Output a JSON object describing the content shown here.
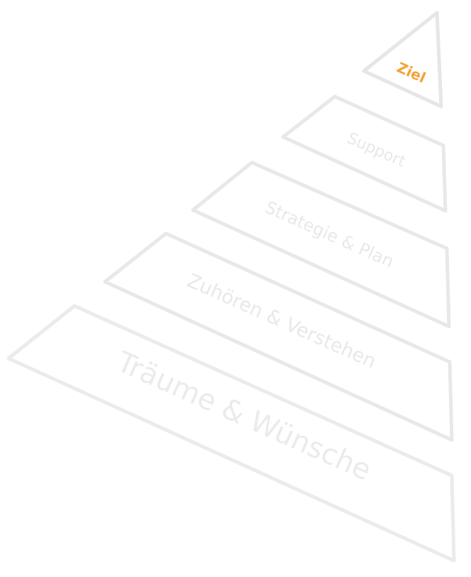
{
  "pyramid": {
    "tiers": [
      {
        "label": "Ziel",
        "color": "#F3A43B",
        "outline": "#E6E6E6",
        "weight": "bold"
      },
      {
        "label": "Support",
        "color": "#E8E8E8",
        "outline": "#E8E8E8",
        "weight": "normal"
      },
      {
        "label": "Strategie & Plan",
        "color": "#E8E8E8",
        "outline": "#E8E8E8",
        "weight": "normal"
      },
      {
        "label": "Zuhören & Verstehen",
        "color": "#E8E8E8",
        "outline": "#E8E8E8",
        "weight": "normal"
      },
      {
        "label": "Träume & Wünsche",
        "color": "#EBEBEB",
        "outline": "#EBEBEB",
        "weight": "normal"
      }
    ]
  }
}
